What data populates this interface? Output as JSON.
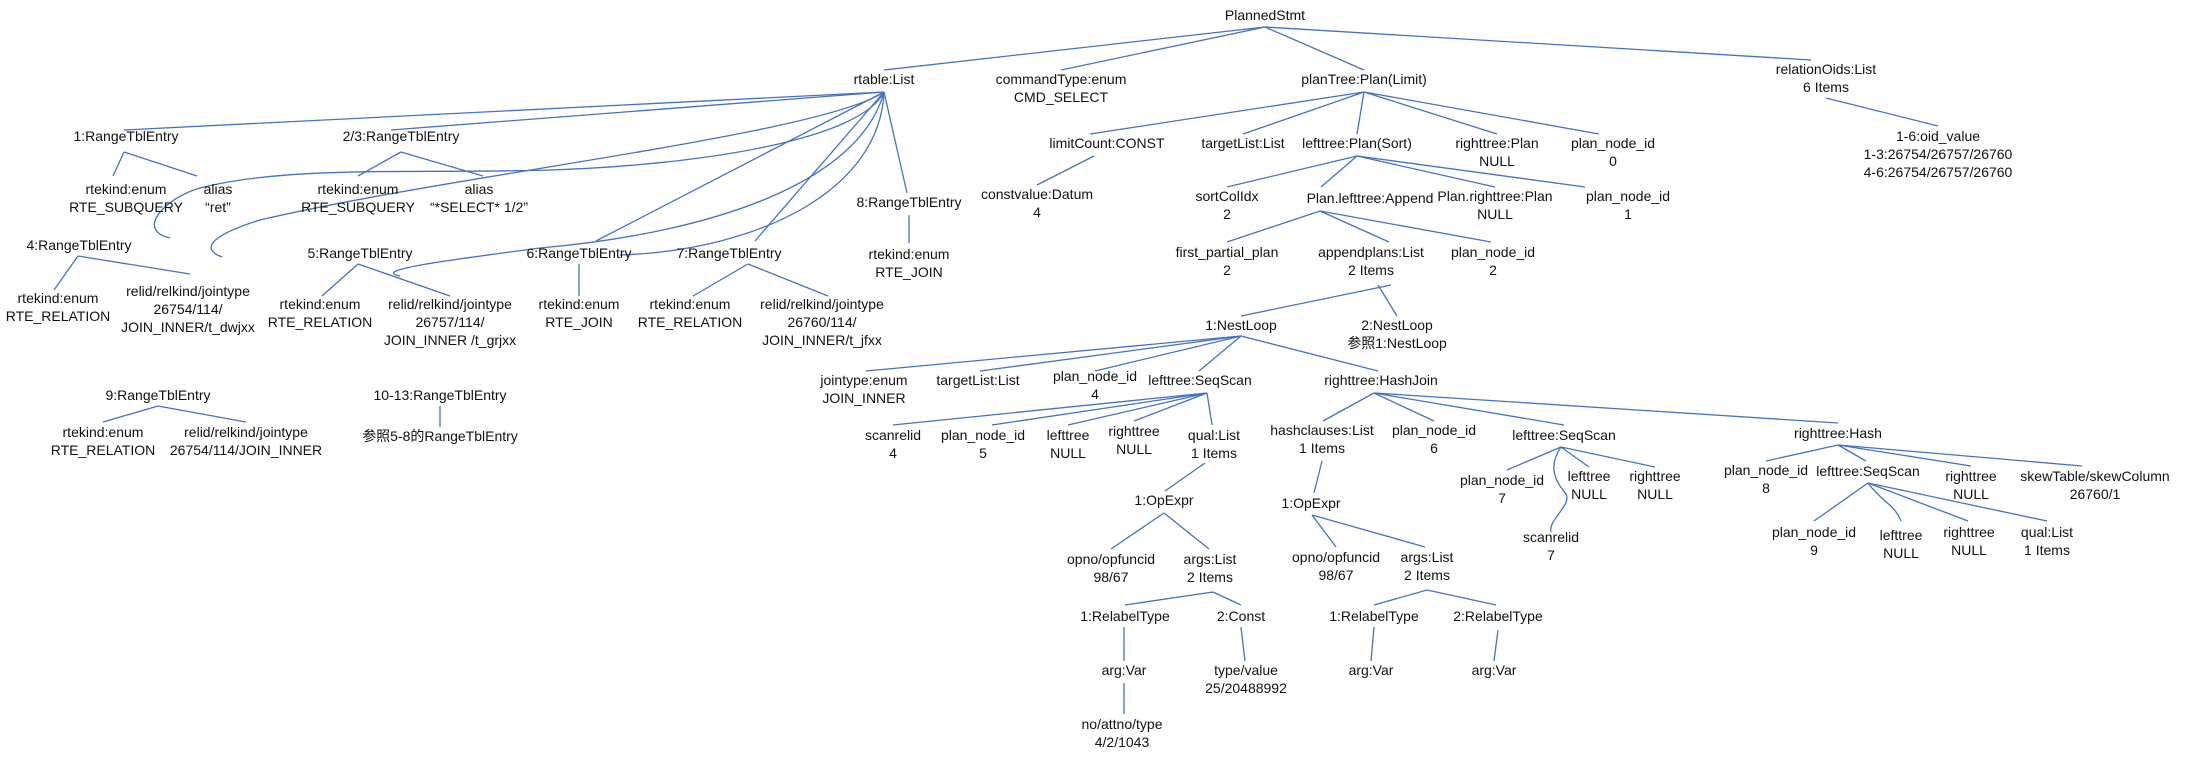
{
  "colors": {
    "connector": "#4472C4",
    "text": "#111111",
    "background": "#ffffff"
  },
  "nodes": {
    "planned_stmt": [
      "PlannedStmt"
    ],
    "rtable": [
      "rtable:List"
    ],
    "command_type": [
      "commandType:enum",
      "CMD_SELECT"
    ],
    "plan_tree": [
      "planTree:Plan(Limit)"
    ],
    "relation_oids": [
      "relationOids:List",
      "6 Items"
    ],
    "oid_value": [
      "1-6:oid_value",
      "1-3:26754/26757/26760",
      "4-6:26754/26757/26760"
    ],
    "rte1": [
      "1:RangeTblEntry"
    ],
    "rte23": [
      "2/3:RangeTblEntry"
    ],
    "rte1_rtekind": [
      "rtekind:enum",
      "RTE_SUBQUERY"
    ],
    "rte1_alias": [
      "alias",
      "“ret”"
    ],
    "rte23_rtekind": [
      "rtekind:enum",
      "RTE_SUBQUERY"
    ],
    "rte23_alias": [
      "alias",
      "“*SELECT* 1/2”"
    ],
    "rte4": [
      "4:RangeTblEntry"
    ],
    "rte4_rtekind": [
      "rtekind:enum",
      "RTE_RELATION"
    ],
    "rte4_relid": [
      "relid/relkind/jointype",
      "26754/114/",
      "JOIN_INNER/t_dwjxx"
    ],
    "rte5": [
      "5:RangeTblEntry"
    ],
    "rte5_rtekind": [
      "rtekind:enum",
      "RTE_RELATION"
    ],
    "rte5_relid": [
      "relid/relkind/jointype",
      "26757/114/",
      "JOIN_INNER /t_grjxx"
    ],
    "rte6": [
      "6:RangeTblEntry"
    ],
    "rte6_rtekind": [
      "rtekind:enum",
      "RTE_JOIN"
    ],
    "rte7": [
      "7:RangeTblEntry"
    ],
    "rte7_rtekind": [
      "rtekind:enum",
      "RTE_RELATION"
    ],
    "rte7_relid": [
      "relid/relkind/jointype",
      "26760/114/",
      "JOIN_INNER/t_jfxx"
    ],
    "rte8": [
      "8:RangeTblEntry"
    ],
    "rte8_rtekind": [
      "rtekind:enum",
      "RTE_JOIN"
    ],
    "rte9": [
      "9:RangeTblEntry"
    ],
    "rte9_rtekind": [
      "rtekind:enum",
      "RTE_RELATION"
    ],
    "rte9_relid": [
      "relid/relkind/jointype",
      "26754/114/JOIN_INNER"
    ],
    "rte10_13": [
      "10-13:RangeTblEntry"
    ],
    "rte10_13_ref": [
      "参照5-8的RangeTblEntry"
    ],
    "limit_count": [
      "limitCount:CONST"
    ],
    "limit_targetlist": [
      "targetList:List"
    ],
    "limit_lefttree": [
      "lefttree:Plan(Sort)"
    ],
    "limit_righttree": [
      "righttree:Plan",
      "NULL"
    ],
    "limit_plan_node_id": [
      "plan_node_id",
      "0"
    ],
    "constvalue": [
      "constvalue:Datum",
      "4"
    ],
    "sort_col_idx": [
      "sortColIdx",
      "2"
    ],
    "sort_lefttree": [
      "Plan.lefttree:Append"
    ],
    "sort_righttree": [
      "Plan.righttree:Plan",
      "NULL"
    ],
    "sort_plan_node_id": [
      "plan_node_id",
      "1"
    ],
    "first_partial_plan": [
      "first_partial_plan",
      "2"
    ],
    "append_plans": [
      "appendplans:List",
      "2 Items"
    ],
    "append_plan_node_id": [
      "plan_node_id",
      "2"
    ],
    "nestloop1": [
      "1:NestLoop"
    ],
    "nestloop2": [
      "2:NestLoop",
      "参照1:NestLoop"
    ],
    "nl_jointype": [
      "jointype:enum",
      "JOIN_INNER"
    ],
    "nl_targetlist": [
      "targetList:List"
    ],
    "nl_plan_node_id": [
      "plan_node_id",
      "4"
    ],
    "nl_lefttree": [
      "lefttree:SeqScan"
    ],
    "nl_righttree": [
      "righttree:HashJoin"
    ],
    "ss1_scanrelid": [
      "scanrelid",
      "4"
    ],
    "ss1_plan_node_id": [
      "plan_node_id",
      "5"
    ],
    "ss1_lefttree": [
      "lefttree",
      "NULL"
    ],
    "ss1_righttree": [
      "righttree",
      "NULL"
    ],
    "ss1_qual": [
      "qual:List",
      "1 Items"
    ],
    "opexpr1": [
      "1:OpExpr"
    ],
    "opexpr1_opno": [
      "opno/opfuncid",
      "98/67"
    ],
    "opexpr1_args": [
      "args:List",
      "2 Items"
    ],
    "relabel1": [
      "1:RelabelType"
    ],
    "const2": [
      "2:Const"
    ],
    "relabel1_arg": [
      "arg:Var"
    ],
    "const2_type": [
      "type/value",
      "25/20488992"
    ],
    "var_attno": [
      "no/attno/type",
      "4/2/1043"
    ],
    "hj_hashclauses": [
      "hashclauses:List",
      "1 Items"
    ],
    "hj_plan_node_id": [
      "plan_node_id",
      "6"
    ],
    "hj_lefttree": [
      "lefttree:SeqScan"
    ],
    "hj_righttree": [
      "righttree:Hash"
    ],
    "opexpr2": [
      "1:OpExpr"
    ],
    "opexpr2_opno": [
      "opno/opfuncid",
      "98/67"
    ],
    "opexpr2_args": [
      "args:List",
      "2 Items"
    ],
    "relabel2a": [
      "1:RelabelType"
    ],
    "relabel2b": [
      "2:RelabelType"
    ],
    "relabel2a_arg": [
      "arg:Var"
    ],
    "relabel2b_arg": [
      "arg:Var"
    ],
    "ss2_plan_node_id": [
      "plan_node_id",
      "7"
    ],
    "ss2_lefttree": [
      "lefttree",
      "NULL"
    ],
    "ss2_righttree": [
      "righttree",
      "NULL"
    ],
    "ss2_scanrelid": [
      "scanrelid",
      "7"
    ],
    "hash_plan_node_id": [
      "plan_node_id",
      "8"
    ],
    "hash_lefttree": [
      "lefttree:SeqScan"
    ],
    "hash_righttree": [
      "righttree",
      "NULL"
    ],
    "hash_skew": [
      "skewTable/skewColumn",
      "26760/1"
    ],
    "ss3_plan_node_id": [
      "plan_node_id",
      "9"
    ],
    "ss3_lefttree": [
      "lefttree",
      "NULL"
    ],
    "ss3_righttree": [
      "righttree",
      "NULL"
    ],
    "ss3_qual": [
      "qual:List",
      "1 Items"
    ]
  }
}
